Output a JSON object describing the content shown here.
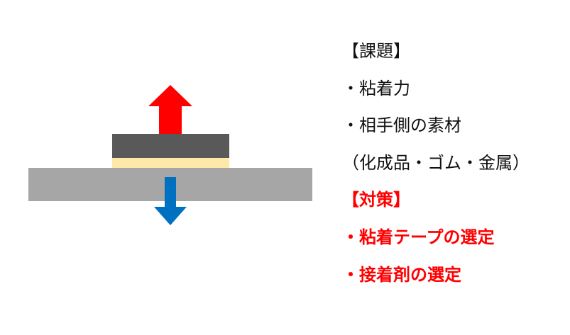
{
  "colors": {
    "substrate": "#a6a6a6",
    "top_block": "#595959",
    "adhesive_layer": "#fde9a9",
    "arrow_up": "#ff0000",
    "arrow_down": "#0070c0",
    "text_dark": "#111111",
    "text_red": "#ff0000"
  },
  "text_lines": [
    {
      "text": "【課題】",
      "style": "dark"
    },
    {
      "text": "・粘着力",
      "style": "dark"
    },
    {
      "text": "・相手側の素材",
      "style": "dark"
    },
    {
      "text": "（化成品・ゴム・金属）",
      "style": "dark"
    },
    {
      "text": "【対策】",
      "style": "red"
    },
    {
      "text": "・粘着テープの選定",
      "style": "red"
    },
    {
      "text": "・接着剤の選定",
      "style": "red"
    }
  ]
}
